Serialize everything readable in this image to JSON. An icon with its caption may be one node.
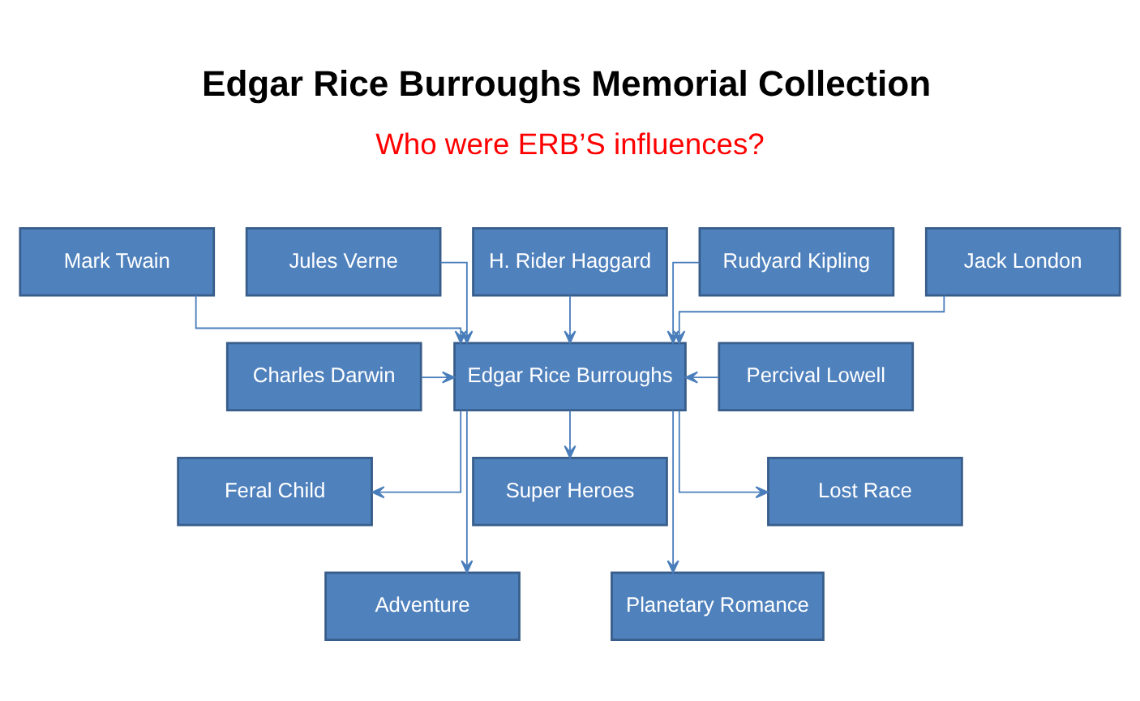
{
  "diagram": {
    "title": "Edgar Rice Burroughs Memorial Collection",
    "nodes": [
      {
        "text": [
          "Mark Twain"
        ]
      },
      {
        "text": [
          "Jules Verne"
        ]
      },
      {
        "text": [
          "H. Rider Haggard"
        ]
      },
      {
        "text": [
          "Rudyard Kipling"
        ]
      },
      {
        "text": [
          "Jack London"
        ]
      },
      {
        "text": [
          "Charles Darwin"
        ]
      },
      {
        "text": [
          "Edgar Rice Burroughs"
        ]
      },
      {
        "text": [
          "Percival Lowell"
        ]
      },
      {
        "text": [
          "Feral Child"
        ]
      },
      {
        "text": [
          "Super Heroes"
        ]
      },
      {
        "text": [
          "Lost Race"
        ]
      },
      {
        "text": [
          "Adventure"
        ]
      },
      {
        "text": [
          "Planetary Romance"
        ]
      }
    ],
    "edges": [
      {
        "from": 0,
        "to": 6,
        "arrow": "to"
      },
      {
        "from": 1,
        "to": 6,
        "arrow": "to"
      },
      {
        "from": 2,
        "to": 6,
        "arrow": "to"
      },
      {
        "from": 3,
        "to": 6,
        "arrow": "to"
      },
      {
        "from": 4,
        "to": 6,
        "arrow": "to"
      },
      {
        "from": 5,
        "to": 6,
        "arrow": "to"
      },
      {
        "from": 7,
        "to": 6,
        "arrow": "to"
      },
      {
        "from": 6,
        "to": 8,
        "arrow": "to"
      },
      {
        "from": 6,
        "to": 11,
        "arrow": "to"
      },
      {
        "from": 6,
        "to": 9,
        "arrow": "to"
      },
      {
        "from": 6,
        "to": 12,
        "arrow": "to"
      },
      {
        "from": 6,
        "to": 10,
        "arrow": "to"
      }
    ],
    "labels": [
      "Who were ERB’S influences?"
    ]
  }
}
